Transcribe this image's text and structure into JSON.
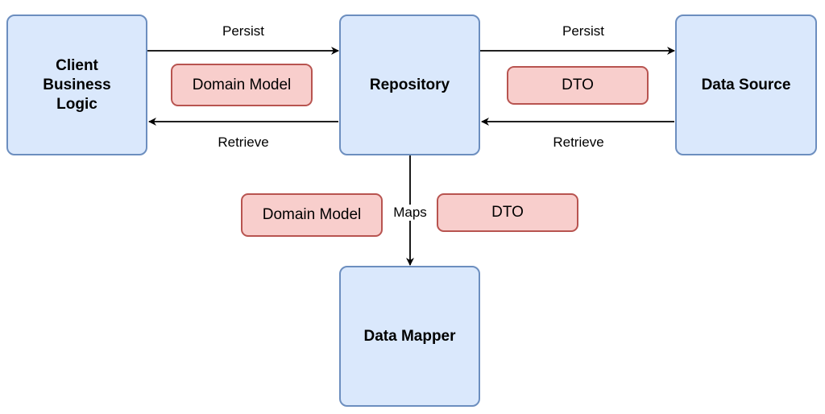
{
  "nodes": {
    "client": {
      "line1": "Client",
      "line2": "Business",
      "line3": "Logic"
    },
    "repository": "Repository",
    "data_source": "Data Source",
    "data_mapper": "Data Mapper"
  },
  "tags": {
    "client_repo": "Domain Model",
    "repo_source": "DTO",
    "mapper_domain": "Domain Model",
    "mapper_dto": "DTO"
  },
  "edge_labels": {
    "persist_left": "Persist",
    "retrieve_left": "Retrieve",
    "persist_right": "Persist",
    "retrieve_right": "Retrieve",
    "maps": "Maps"
  },
  "colors": {
    "node_fill": "#dae8fc",
    "node_stroke": "#6c8ebf",
    "tag_fill": "#f8cecc",
    "tag_stroke": "#b85450"
  }
}
